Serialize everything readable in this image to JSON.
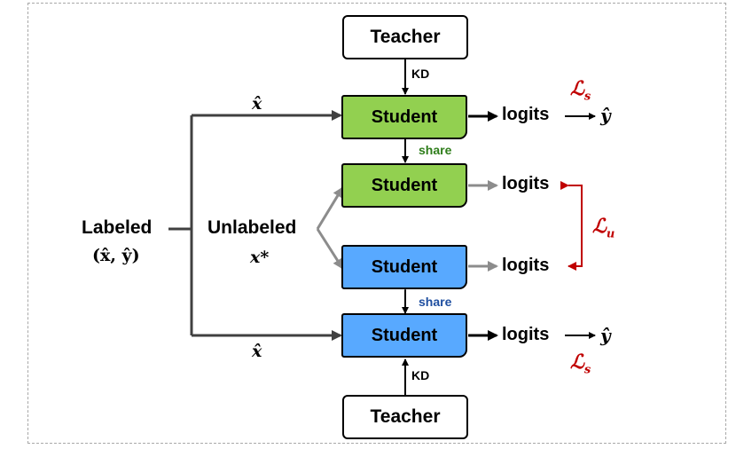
{
  "nodes": {
    "teacher_top": "Teacher",
    "teacher_bottom": "Teacher",
    "student_1": "Student",
    "student_2": "Student",
    "student_3": "Student",
    "student_4": "Student"
  },
  "edge_labels": {
    "kd_top": "KD",
    "kd_bottom": "KD",
    "share_green": "share",
    "share_blue": "share",
    "x_hat_top": "x̂",
    "x_hat_bottom": "x̂"
  },
  "inputs": {
    "labeled": "Labeled",
    "labeled_pair": "(x̂, ŷ)",
    "unlabeled": "Unlabeled",
    "unlabeled_symbol": "x*"
  },
  "outputs": {
    "logits_1": "logits",
    "logits_2": "logits",
    "logits_3": "logits",
    "logits_4": "logits",
    "y_hat_top": "ŷ",
    "y_hat_bottom": "ŷ"
  },
  "losses": {
    "supervised_symbol": "ℒ",
    "supervised_sub": "s",
    "unsupervised_symbol": "ℒ",
    "unsupervised_sub": "u"
  },
  "colors": {
    "student_green": "#92d050",
    "student_blue": "#58a9ff",
    "share_green_text": "#2e7d1a",
    "share_blue_text": "#1f4fa0",
    "loss_red": "#c00000",
    "arrow_black": "#000000",
    "arrow_gray": "#8c8c8c",
    "line_dark": "#404040"
  }
}
